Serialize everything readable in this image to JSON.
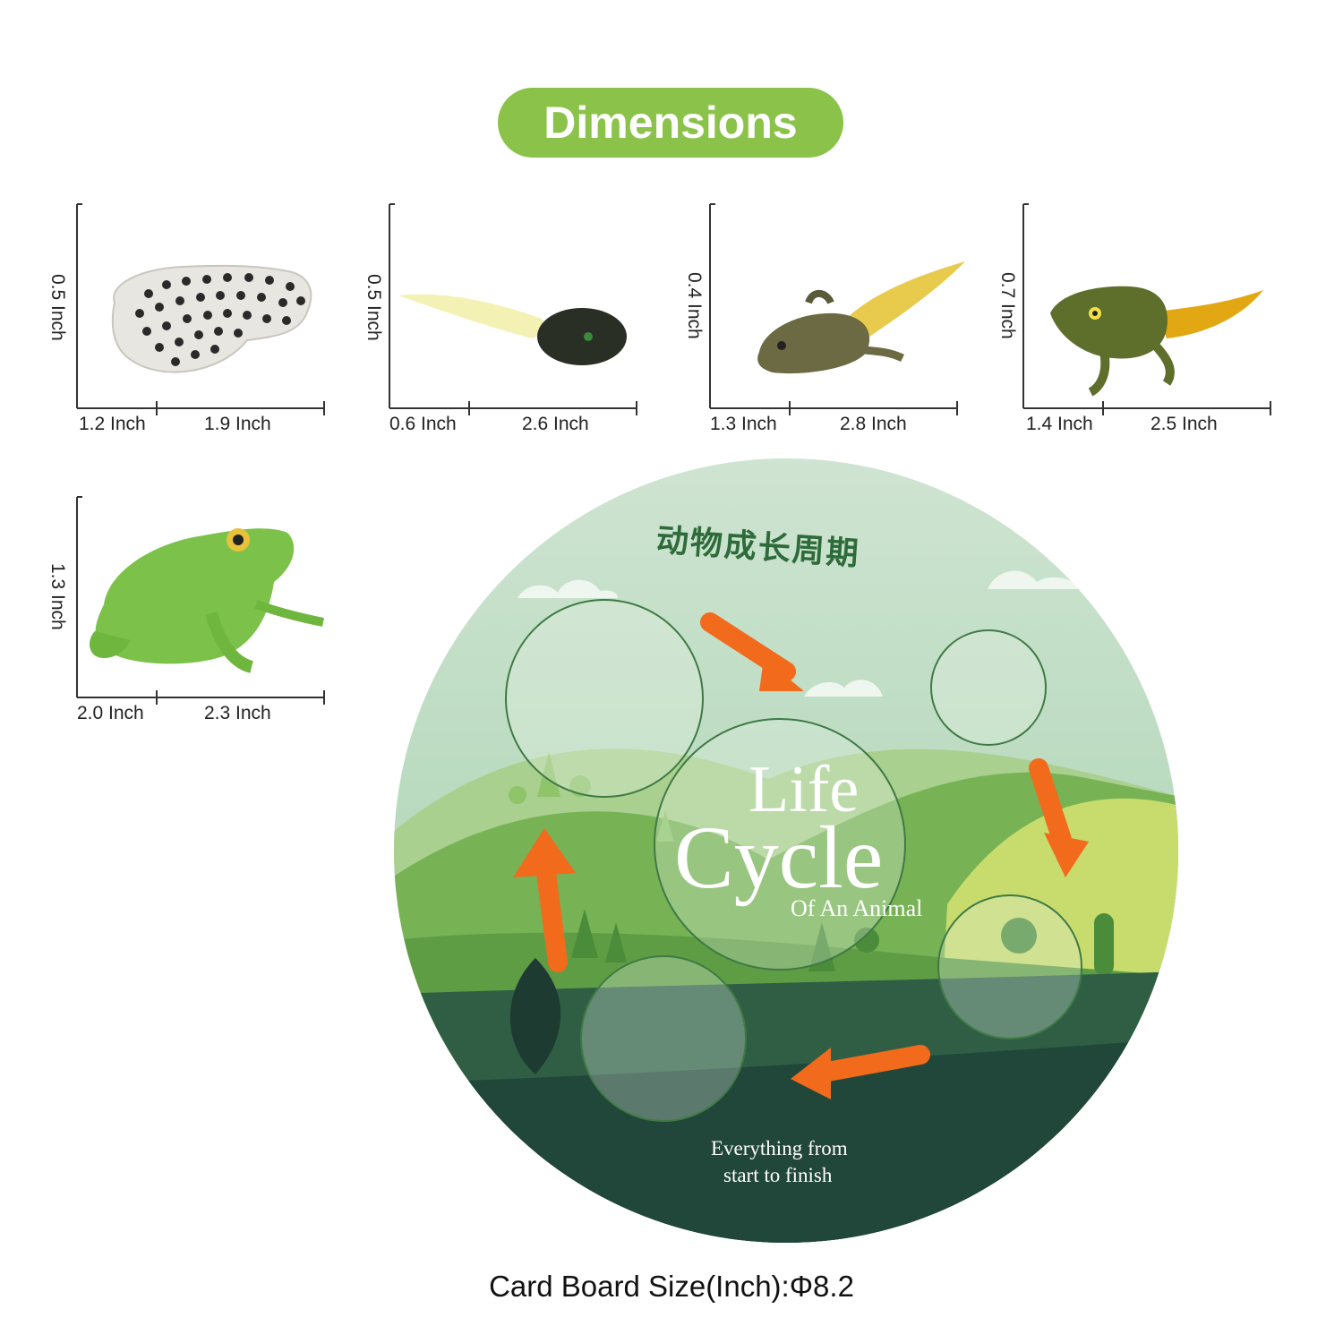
{
  "header": {
    "title": "Dimensions"
  },
  "figures": [
    {
      "name": "frog-eggs",
      "height": "0.5 Inch",
      "depth": "1.2 Inch",
      "length": "1.9 Inch"
    },
    {
      "name": "tadpole",
      "height": "0.5 Inch",
      "depth": "0.6 Inch",
      "length": "2.6 Inch"
    },
    {
      "name": "tadpole-with-legs",
      "height": "0.4 Inch",
      "depth": "1.3 Inch",
      "length": "2.8 Inch"
    },
    {
      "name": "froglet",
      "height": "0.7 Inch",
      "depth": "1.4 Inch",
      "length": "2.5 Inch"
    },
    {
      "name": "adult-frog",
      "height": "1.3 Inch",
      "depth": "2.0 Inch",
      "length": "2.3 Inch"
    }
  ],
  "board": {
    "chinese_title": "动物成长周期",
    "title_line1": "Life",
    "title_line2": "Cycle",
    "subtitle": "Of An Animal",
    "tagline_line1": "Everything from",
    "tagline_line2": "start to finish"
  },
  "footer": {
    "caption": "Card Board Size(Inch):Φ8.2"
  },
  "colors": {
    "accent": "#8bc34a",
    "arrow": "#f26a1b",
    "dark_green": "#21463a"
  }
}
